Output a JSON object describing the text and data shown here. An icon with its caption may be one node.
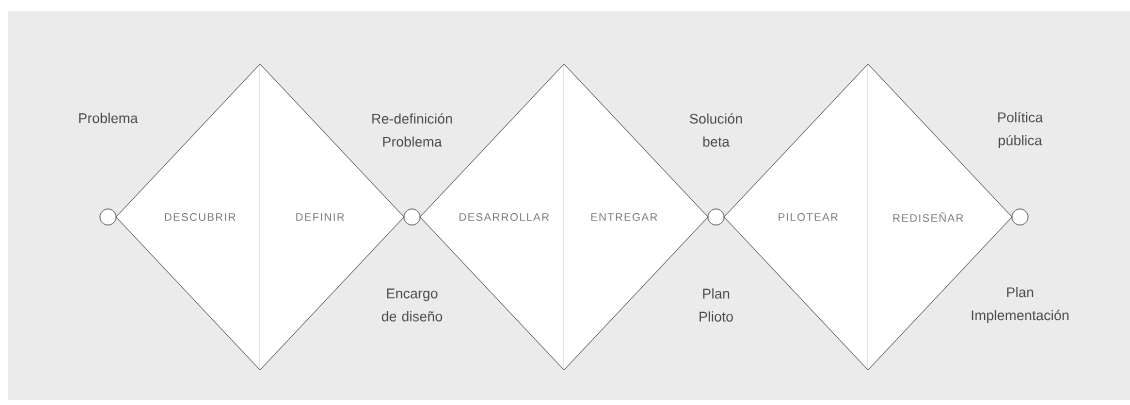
{
  "diagram": {
    "nodes": [
      {
        "text": [],
        "shape": "circle"
      },
      {
        "text": [
          "DESCUBRIR"
        ]
      },
      {
        "text": [
          "DEFINIR"
        ]
      },
      {
        "text": [],
        "shape": "circle"
      },
      {
        "text": [
          "DESARROLLAR"
        ]
      },
      {
        "text": [
          "ENTREGAR"
        ]
      },
      {
        "text": [],
        "shape": "circle"
      },
      {
        "text": [
          "PILOTEAR"
        ]
      },
      {
        "text": [
          "REDISEÑAR"
        ]
      },
      {
        "text": [],
        "shape": "circle"
      }
    ],
    "labels": [
      "Problema",
      "Re-definición Problema",
      "Solución beta",
      "Política pública",
      "Encargo de diseño",
      "Plan Plioto",
      "Plan Implementación"
    ]
  }
}
